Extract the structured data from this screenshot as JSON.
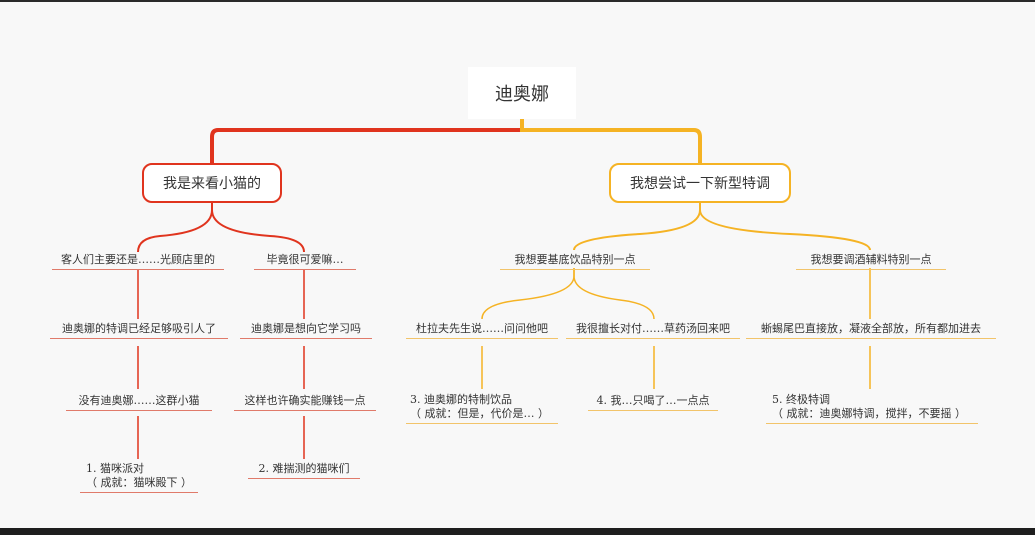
{
  "colors": {
    "red": "#e0341e",
    "yellow": "#f5b324",
    "red_light": "#e07a6a",
    "yellow_light": "#f2c46a"
  },
  "root": {
    "label": "迪奥娜"
  },
  "left": {
    "label": "我是来看小猫的",
    "col1": {
      "a": "客人们主要还是……光顾店里的",
      "b": "迪奥娜的特调已经足够吸引人了",
      "c": "没有迪奥娜……这群小猫",
      "d_title": "1. 猫咪派对",
      "d_sub": "（ 成就：猫咪殿下 ）"
    },
    "col2": {
      "a": "毕竟很可爱嘛…",
      "b": "迪奥娜是想向它学习吗",
      "c": "这样也许确实能赚钱一点",
      "d_title": "2. 难揣测的猫咪们"
    }
  },
  "right": {
    "label": "我想尝试一下新型特调",
    "sub1": {
      "label": "我想要基底饮品特别一点",
      "colA": {
        "a": "杜拉夫先生说……问问他吧",
        "b_title": "3. 迪奥娜的特制饮品",
        "b_sub": "（ 成就：但是，代价是… ）"
      },
      "colB": {
        "a": "我很擅长对付……草药汤回来吧",
        "b_title": "4. 我…只喝了…一点点"
      }
    },
    "sub2": {
      "label": "我想要调酒辅料特别一点",
      "a": "蜥蜴尾巴直接放，凝液全部放，所有都加进去",
      "b_title": "5. 终极特调",
      "b_sub": "（ 成就：迪奥娜特调，搅拌，不要摇 ）"
    }
  }
}
